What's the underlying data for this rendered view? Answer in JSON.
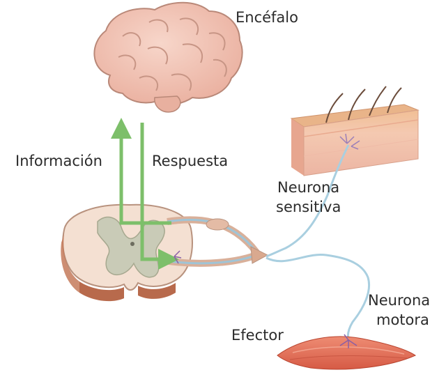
{
  "labels": {
    "brain": "Encéfalo",
    "information": "Información",
    "response": "Respuesta",
    "sensory_neuron_line1": "Neurona",
    "sensory_neuron_line2": "sensitiva",
    "motor_neuron_line1": "Neurona",
    "motor_neuron_line2": "motora",
    "effector": "Efector"
  },
  "colors": {
    "arrow_green": "#7dbf6a",
    "brain_pink": "#f1c3b4",
    "brain_outline": "#b98878",
    "skin_top": "#e9b489",
    "skin_body": "#f3c6b2",
    "nerve_blue": "#a9cfe0",
    "cord_grey": "#c9c9b8",
    "cord_outer": "#f0d7c6",
    "muscle_red": "#e2705a"
  }
}
